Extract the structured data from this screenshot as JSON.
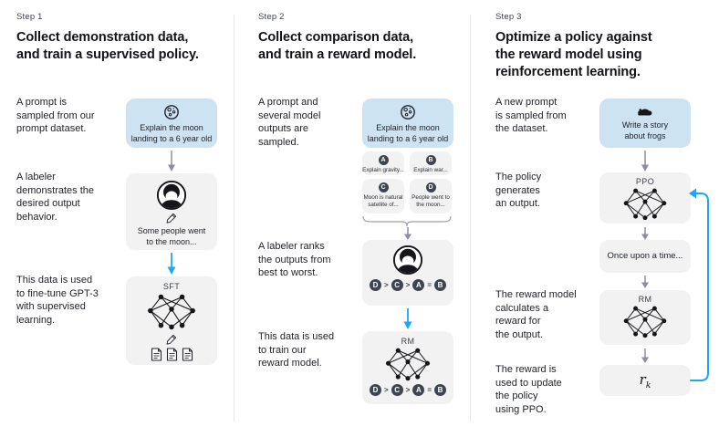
{
  "colors": {
    "prompt_card_bg": "#cde3f2",
    "card_bg": "#f2f2f2",
    "rank_circle": "#3e4450",
    "blue_arrow": "#1ea7f2",
    "gray_arrow": "#8d8da0"
  },
  "columns": [
    {
      "step": "Step 1",
      "heading": "Collect demonstration data,\nand train a supervised policy.",
      "captions": [
        "A prompt is\nsampled from our\nprompt dataset.",
        "A labeler\ndemonstrates the\ndesired output\nbehavior.",
        "This data is used\nto fine-tune GPT-3\nwith supervised\nlearning."
      ],
      "prompt_card": {
        "icon": "moon-icon",
        "text": "Explain the moon\nlanding to a 6 year old"
      },
      "labeler_card": {
        "output_text": "Some people went\nto the moon..."
      },
      "model_card": {
        "label": "SFT"
      }
    },
    {
      "step": "Step 2",
      "heading": "Collect comparison data,\nand train a reward model.",
      "captions": [
        "A prompt and\nseveral model\noutputs are\nsampled.",
        "A labeler ranks\nthe outputs from\nbest to worst.",
        "This data is used\nto train our\nreward model."
      ],
      "prompt_card": {
        "icon": "moon-icon",
        "text": "Explain the moon\nlanding to a 6 year old"
      },
      "outputs": [
        {
          "letter": "A",
          "label": "Explain gravity..."
        },
        {
          "letter": "B",
          "label": "Explain war..."
        },
        {
          "letter": "C",
          "label": "Moon is natural\nsatellite of..."
        },
        {
          "letter": "D",
          "label": "People went to\nthe moon..."
        }
      ],
      "ranking": {
        "letters": [
          "D",
          "C",
          "A",
          "B"
        ],
        "separators": [
          ">",
          ">",
          "="
        ]
      },
      "model_card": {
        "label": "RM"
      }
    },
    {
      "step": "Step 3",
      "heading": "Optimize a policy against\nthe reward model using\nreinforcement learning.",
      "captions": [
        "A new prompt\nis sampled from\nthe dataset.",
        "The policy\ngenerates\nan output.",
        "The reward model\ncalculates a\nreward for\nthe output.",
        "The reward is\nused to update\nthe policy\nusing PPO."
      ],
      "prompt_card": {
        "icon": "frog-icon",
        "text": "Write a story\nabout frogs"
      },
      "policy_card": {
        "label": "PPO"
      },
      "output_card": {
        "text": "Once upon a time..."
      },
      "reward_model_card": {
        "label": "RM"
      },
      "reward_value": {
        "base": "r",
        "subscript": "k"
      }
    }
  ]
}
